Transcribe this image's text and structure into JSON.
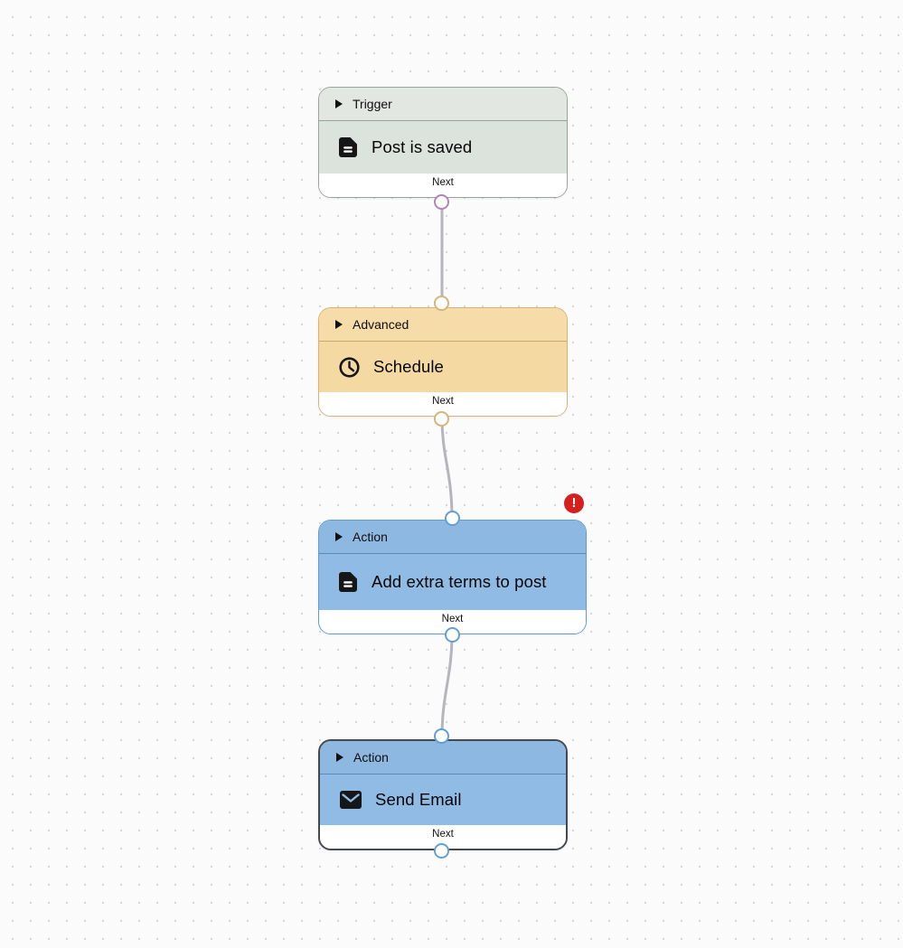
{
  "canvas": {
    "background_color": "#fbfbfb",
    "dot_color": "#d6d6d6",
    "connector_color": "#b5b5bc"
  },
  "error_badge": {
    "glyph": "!",
    "color": "#d6201f"
  },
  "nodes": [
    {
      "category": "Trigger",
      "title": "Post is saved",
      "icon": "document-icon",
      "footer_label": "Next",
      "has_error": false,
      "selected": false,
      "colors": {
        "header_bg": "#e3e7e2",
        "body_bg": "#dce2dc",
        "border": "#9ba49b",
        "port_ring": "#b184b4"
      }
    },
    {
      "category": "Advanced",
      "title": "Schedule",
      "icon": "clock-icon",
      "footer_label": "Next",
      "has_error": false,
      "selected": false,
      "colors": {
        "header_bg": "#f6dca8",
        "body_bg": "#f5d9a2",
        "border": "#d7b374",
        "port_ring": "#d5b57e"
      }
    },
    {
      "category": "Action",
      "title": "Add extra terms to post",
      "icon": "document-icon",
      "footer_label": "Next",
      "has_error": true,
      "selected": false,
      "colors": {
        "header_bg": "#8db8e2",
        "body_bg": "#90bbe4",
        "border": "#5e9cd4",
        "port_ring": "#659ed3"
      }
    },
    {
      "category": "Action",
      "title": "Send Email",
      "icon": "email-icon",
      "footer_label": "Next",
      "has_error": false,
      "selected": true,
      "colors": {
        "header_bg": "#8db8e2",
        "body_bg": "#90bbe4",
        "border": "#45484c",
        "port_ring": "#659ed3"
      }
    }
  ]
}
